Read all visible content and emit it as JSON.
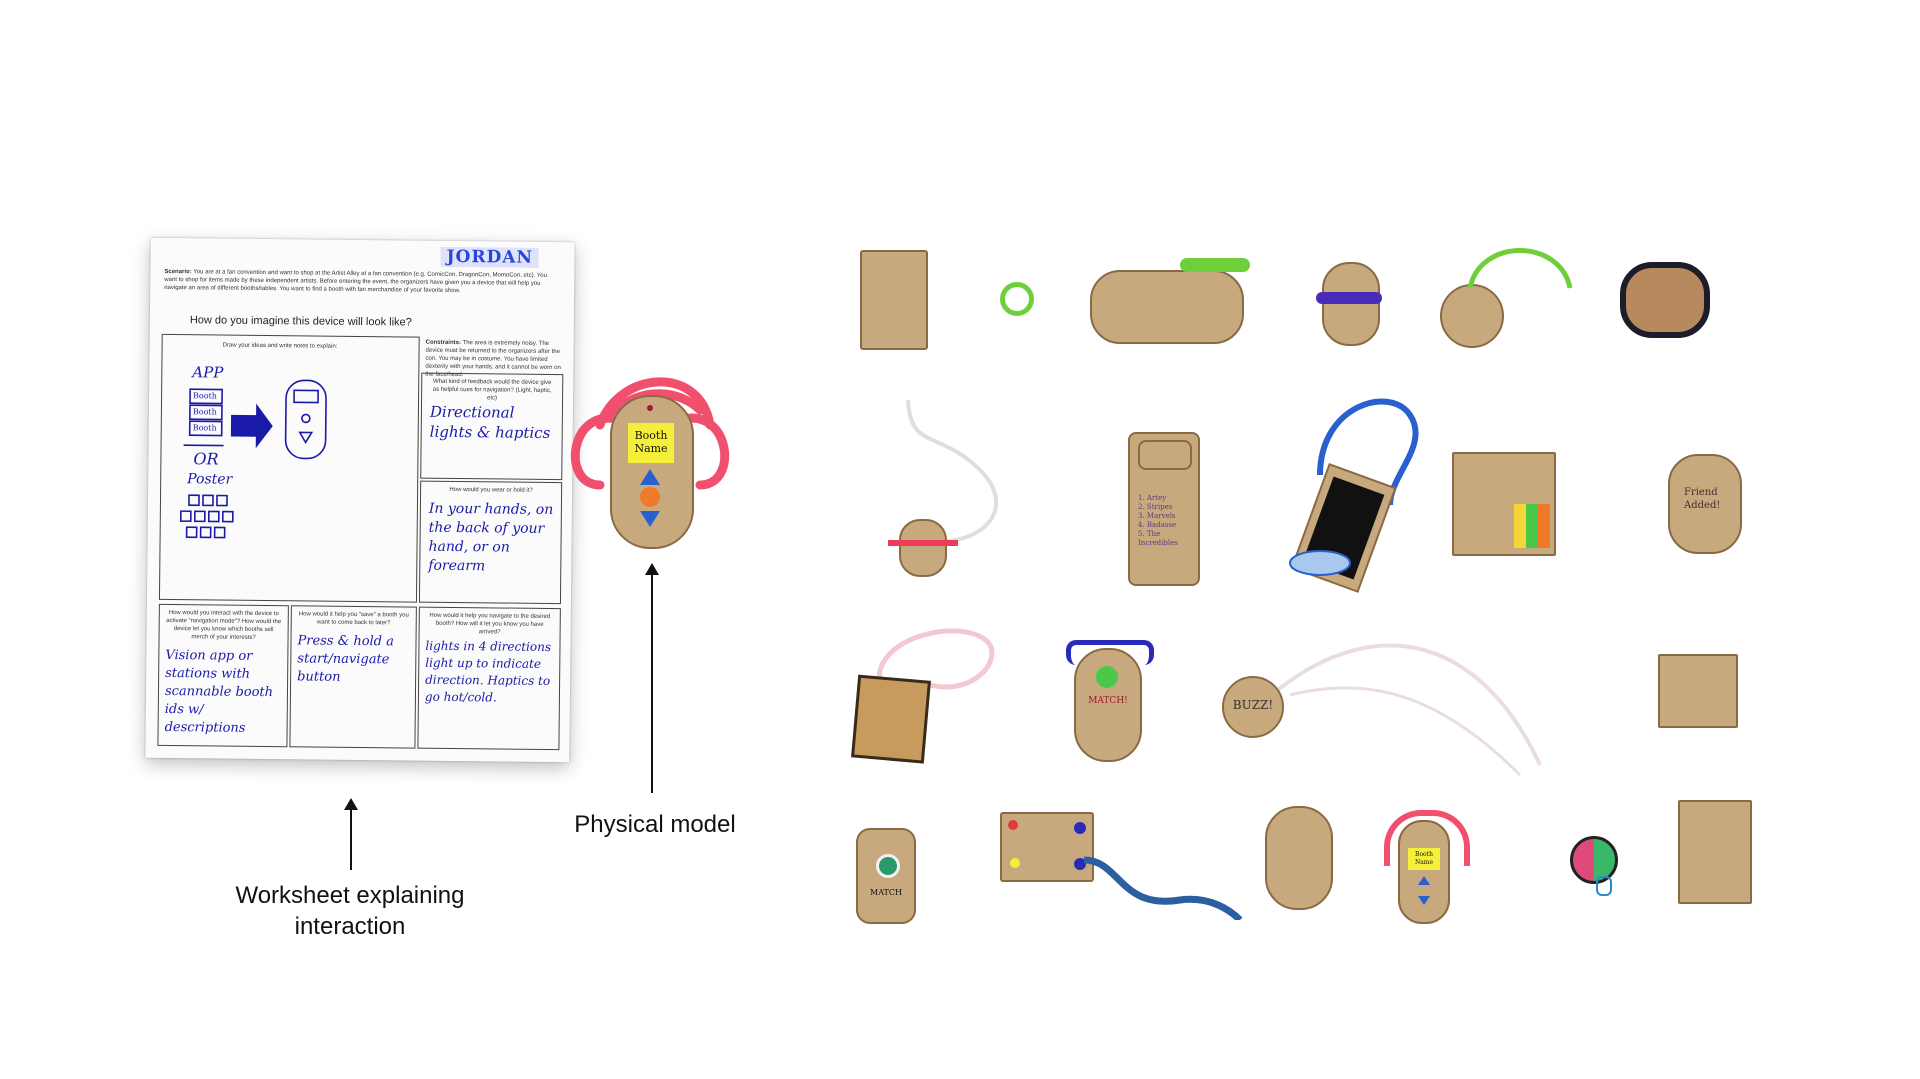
{
  "worksheet": {
    "name_tag": "JORDAN",
    "scenario_label": "Scenario:",
    "scenario_text": "You are at a fan convention and want to shop at the Artist Alley at a fan convention (e.g. ComicCon, DragonCon, MomoCon, etc). You want to shop for items made by these independent artists. Before entering the event, the organizers have given you a device that will help you navigate an area of different booths/tables. You want to find a booth with fan merchandise of your favorite show.",
    "main_question": "How do you imagine this device will look like?",
    "draw_prompt": "Draw your ideas and write notes to explain:",
    "sketch_notes": [
      "APP",
      "Booth",
      "Booth",
      "Booth",
      "OR",
      "Poster"
    ],
    "constraints_label": "Constraints:",
    "constraints_text": "The area is extremely noisy. The device must be returned to the organizers after the con. You may be in costume. You have limited dexterity with your hands, and it cannot be worn on the face/head.",
    "q_feedback": "What kind of feedback would the device give as helpful cues for navigation? (Light, haptic, etc)",
    "a_feedback": "Directional lights & haptics",
    "q_wear": "How would you wear or hold it?",
    "a_wear": "In your hands, on the back of your hand, or on forearm",
    "q_interact": "How would you interact with the device to activate \"navigation mode\"? How would the device let you know which booths sell merch of your interests?",
    "a_interact": "Vision app or stations with scannable booth ids w/ descriptions",
    "q_save": "How would it help you \"save\" a booth you want to come back to later?",
    "a_save": "Press & hold a start/navigate button",
    "q_navigate": "How would it help you navigate to the desired booth? How will it let you know you have arrived?",
    "a_navigate": "lights in 4 directions light up to indicate direction. Haptics to go hot/cold."
  },
  "model": {
    "label_line1": "Booth",
    "label_line2": "Name"
  },
  "prototypes": {
    "friend_added": "Friend Added!",
    "match_text": "MATCH!",
    "buzz_text": "BUZZ!",
    "match_button": "MATCH",
    "list_items": [
      "1. Artey",
      "2. Stripes",
      "3. Marvels",
      "4. Badasse",
      "5. The Incredibles"
    ],
    "mini_booth_line1": "Booth",
    "mini_booth_line2": "Name"
  },
  "captions": {
    "worksheet_line1": "Worksheet explaining",
    "worksheet_line2": "interaction",
    "model": "Physical model"
  },
  "colors": {
    "cardboard": "#c8a97e",
    "pipe_pink": "#f0506e",
    "pipe_green": "#6fcf3a",
    "pipe_blue": "#2a5fd0",
    "ink_blue": "#1a1aa8",
    "sticky_yellow": "#f5ee3a"
  }
}
